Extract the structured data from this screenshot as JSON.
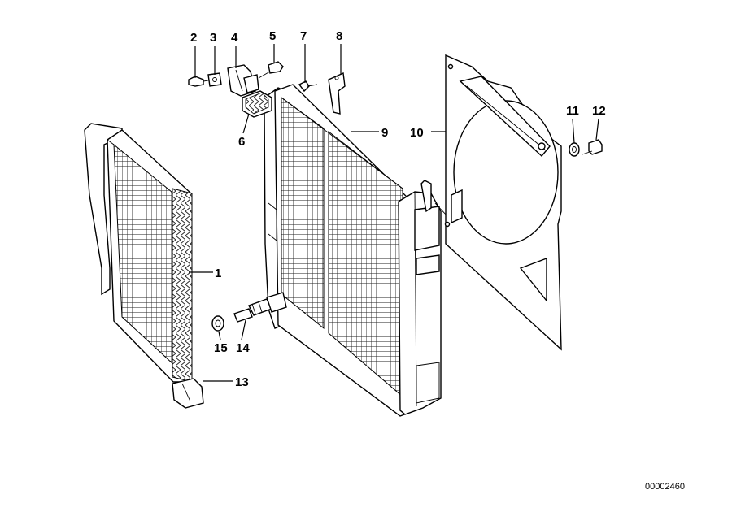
{
  "diagram": {
    "reference_number": "00002460",
    "callouts": [
      {
        "id": "1",
        "label": "1"
      },
      {
        "id": "2",
        "label": "2"
      },
      {
        "id": "3",
        "label": "3"
      },
      {
        "id": "4",
        "label": "4"
      },
      {
        "id": "5",
        "label": "5"
      },
      {
        "id": "6",
        "label": "6"
      },
      {
        "id": "7",
        "label": "7"
      },
      {
        "id": "8",
        "label": "8"
      },
      {
        "id": "9",
        "label": "9"
      },
      {
        "id": "10",
        "label": "10"
      },
      {
        "id": "11",
        "label": "11"
      },
      {
        "id": "12",
        "label": "12"
      },
      {
        "id": "13",
        "label": "13"
      },
      {
        "id": "14",
        "label": "14"
      },
      {
        "id": "15",
        "label": "15"
      }
    ]
  }
}
